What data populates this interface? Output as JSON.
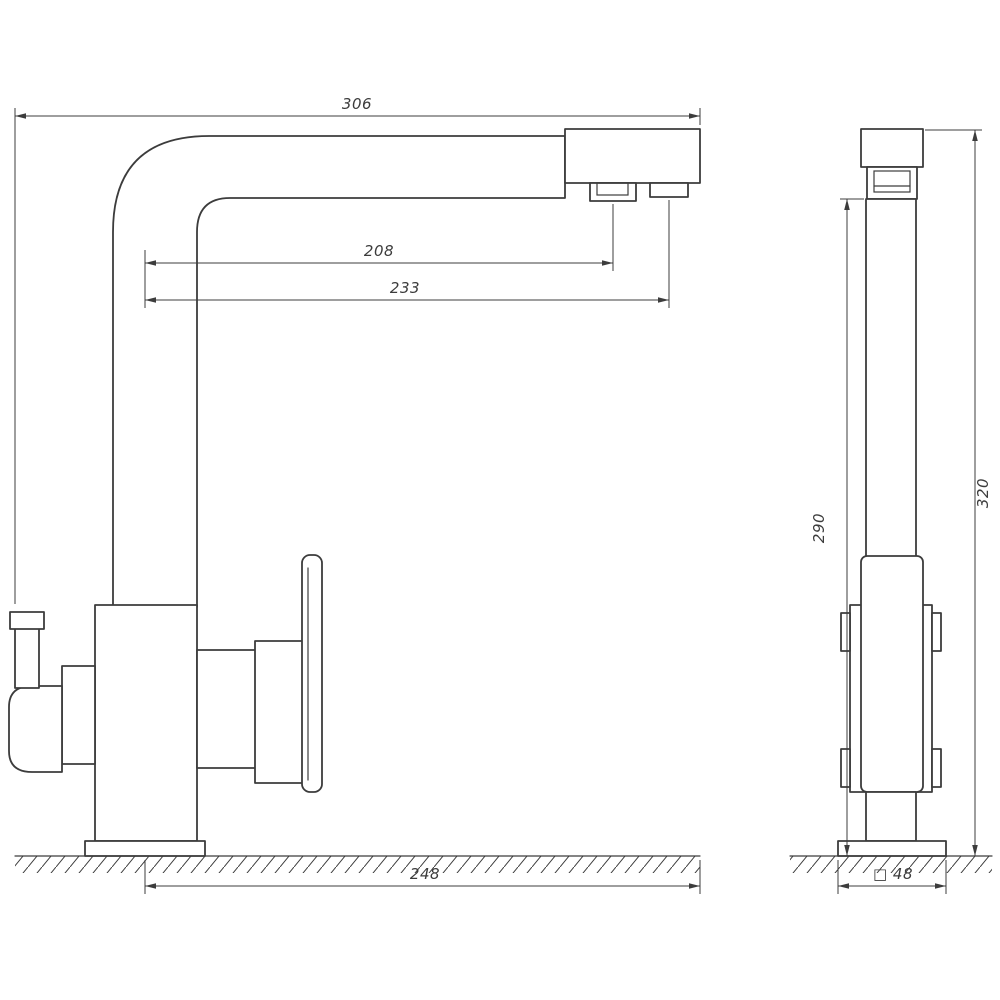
{
  "colors": {
    "line": "#3c3c3c",
    "background": "#ffffff"
  },
  "dimensions": {
    "top_width": "306",
    "spout_reach_inner": "208",
    "spout_reach_outer": "233",
    "base_depth": "248",
    "height_spout": "290",
    "height_total": "320",
    "base_section": "□ 48"
  }
}
